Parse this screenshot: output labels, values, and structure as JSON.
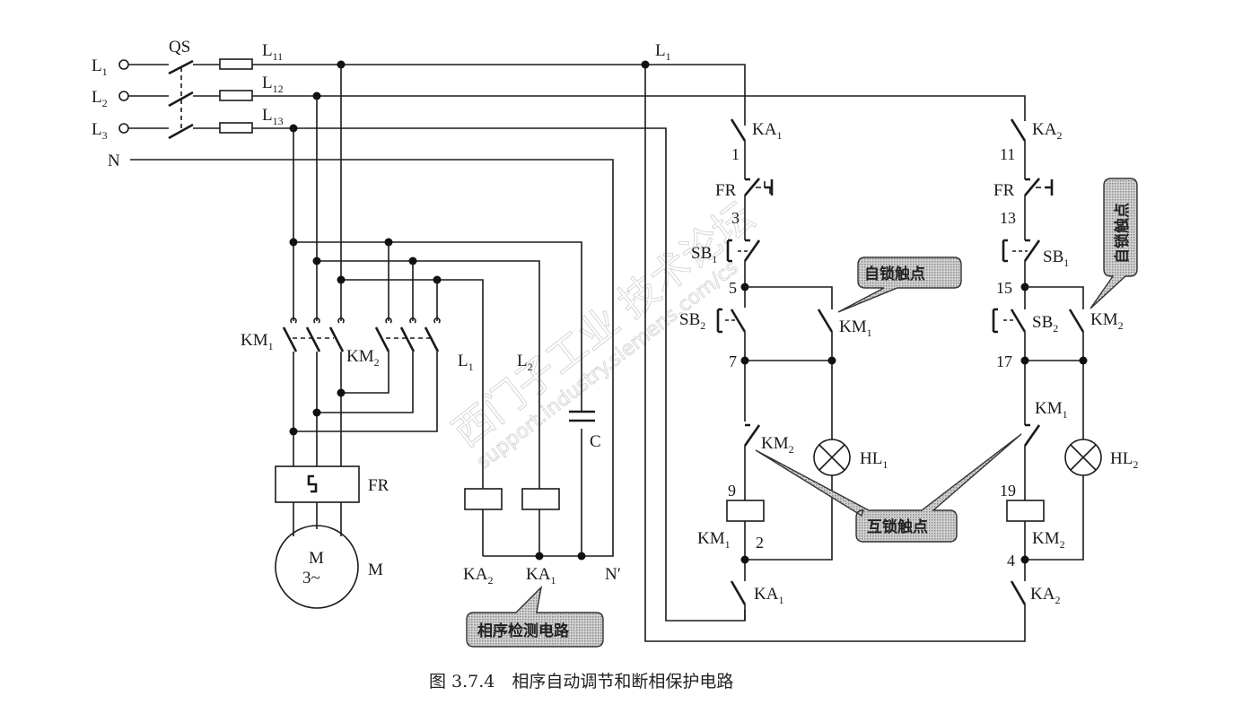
{
  "figure": {
    "caption": "图 3.7.4　相序自动调节和断相保护电路",
    "watermark_cn": "西门子工业 技术论坛",
    "watermark_en": "support.industry.siemens.com/cs"
  },
  "power": {
    "inputs": [
      {
        "base": "L",
        "sub": "1"
      },
      {
        "base": "L",
        "sub": "2"
      },
      {
        "base": "L",
        "sub": "3"
      }
    ],
    "neutral": "N",
    "switch": "QS",
    "fused_lines": [
      {
        "base": "L",
        "sub": "11"
      },
      {
        "base": "L",
        "sub": "12"
      },
      {
        "base": "L",
        "sub": "13"
      }
    ],
    "km1": {
      "base": "KM",
      "sub": "1"
    },
    "km2": {
      "base": "KM",
      "sub": "2"
    },
    "overload": "FR",
    "motor_symbol_top": "M",
    "motor_symbol_bottom": "3~",
    "motor_label": "M"
  },
  "detection": {
    "coil_l1": {
      "base": "L",
      "sub": "1"
    },
    "coil_l2": {
      "base": "L",
      "sub": "2"
    },
    "capacitor": "C",
    "ka2": {
      "base": "KA",
      "sub": "2"
    },
    "ka1": {
      "base": "KA",
      "sub": "1"
    },
    "neutral_prime": "N′",
    "callout": "相序检测电路"
  },
  "control": {
    "top_bus": {
      "base": "L",
      "sub": "1"
    },
    "left": {
      "ka_top": {
        "base": "KA",
        "sub": "1"
      },
      "n1": "1",
      "fr": "FR",
      "n3": "3",
      "sb1": {
        "base": "SB",
        "sub": "1"
      },
      "n5": "5",
      "sb2": {
        "base": "SB",
        "sub": "2"
      },
      "km_self": {
        "base": "KM",
        "sub": "1"
      },
      "n7": "7",
      "km_interlock": {
        "base": "KM",
        "sub": "2"
      },
      "lamp": {
        "base": "HL",
        "sub": "1"
      },
      "n9": "9",
      "coil": {
        "base": "KM",
        "sub": "1"
      },
      "n2": "2",
      "ka_bottom": {
        "base": "KA",
        "sub": "1"
      }
    },
    "right": {
      "ka_top": {
        "base": "KA",
        "sub": "2"
      },
      "n11": "11",
      "fr": "FR",
      "n13": "13",
      "sb1": {
        "base": "SB",
        "sub": "1"
      },
      "n15": "15",
      "sb2": {
        "base": "SB",
        "sub": "2"
      },
      "km_self": {
        "base": "KM",
        "sub": "2"
      },
      "n17": "17",
      "km_interlock": {
        "base": "KM",
        "sub": "1"
      },
      "lamp": {
        "base": "HL",
        "sub": "2"
      },
      "n19": "19",
      "coil": {
        "base": "KM",
        "sub": "2"
      },
      "n4": "4",
      "ka_bottom": {
        "base": "KA",
        "sub": "2"
      }
    },
    "callout_self_lock": "自锁触点",
    "callout_self_lock_vertical": "自锁触点",
    "callout_interlock": "互锁触点"
  }
}
